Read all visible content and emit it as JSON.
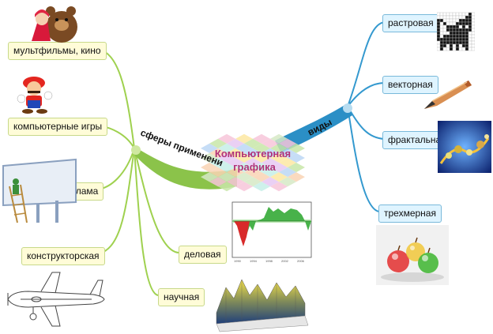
{
  "center": {
    "line1": "Компьютерная",
    "line2": "графика",
    "color": "#b0337a"
  },
  "left_branch": {
    "label": "сферы применени",
    "color": "#8bc34a",
    "items": [
      {
        "label": "мультфильмы, кино"
      },
      {
        "label": "компьютерные игры"
      },
      {
        "label": "реклама"
      },
      {
        "label": "конструкторская"
      },
      {
        "label": "деловая"
      },
      {
        "label": "научная"
      }
    ]
  },
  "right_branch": {
    "label": "виды",
    "color": "#2b8fc6",
    "items": [
      {
        "label": "растровая"
      },
      {
        "label": "векторная"
      },
      {
        "label": "фрактальная"
      },
      {
        "label": "трехмерная"
      }
    ]
  },
  "icons": [
    "bear-and-girl-cartoon-image",
    "mario-game-character-image",
    "billboard-painter-image",
    "airplane-blueprint-image",
    "business-line-chart-image",
    "scientific-3d-surface-image",
    "pixel-cat-raster-image",
    "pen-vector-image",
    "fractal-image",
    "glass-apples-3d-image"
  ]
}
